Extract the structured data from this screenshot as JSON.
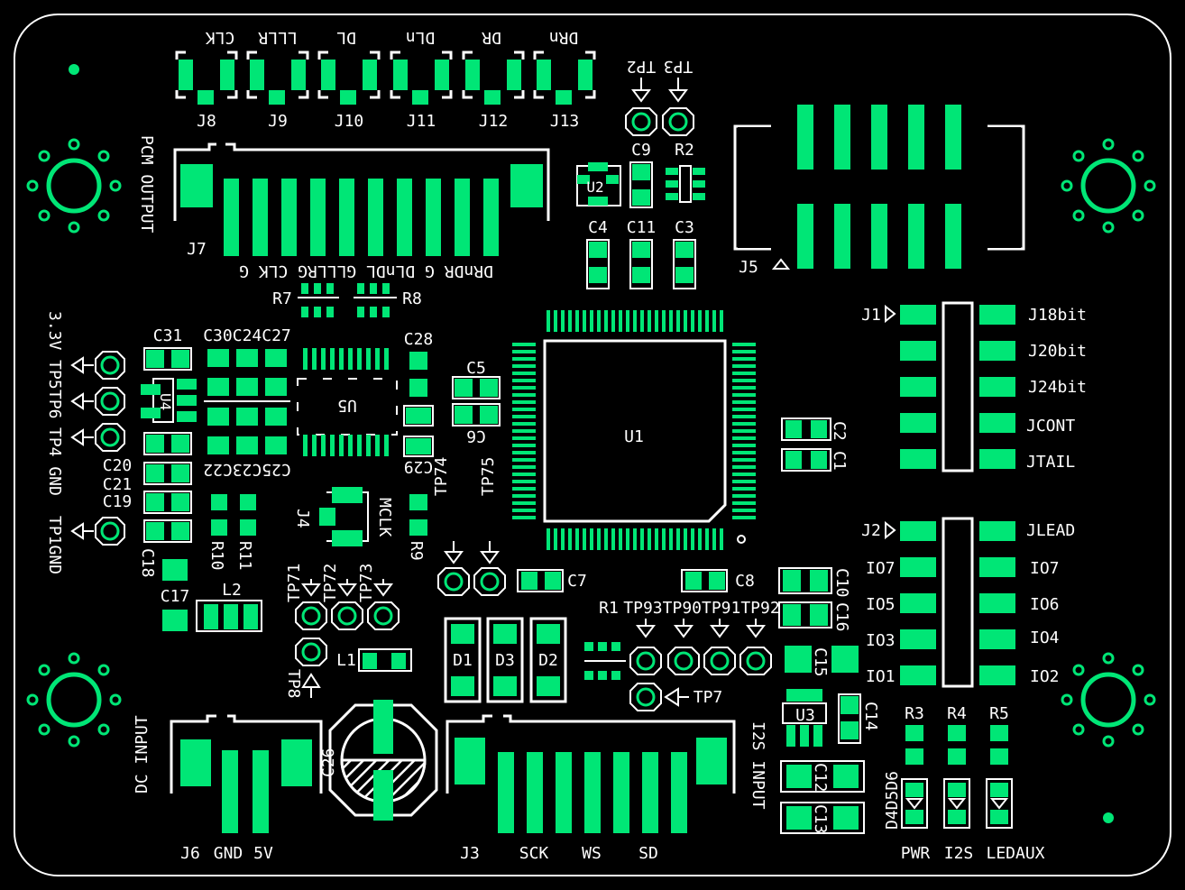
{
  "board": {
    "colors": {
      "background": "#000000",
      "copper": "#00e676",
      "silk": "#ffffff"
    },
    "labels": {
      "j8": "J8",
      "j9": "J9",
      "j10": "J10",
      "j11": "J11",
      "j12": "J12",
      "j13": "J13",
      "clk": "CLK",
      "llr": "LLLR",
      "dl": "DL",
      "dln": "DLn",
      "dr": "DR",
      "drn": "DRn",
      "tp2": "TP2",
      "tp3": "TP3",
      "c9": "C9",
      "r2": "R2",
      "u2": "U2",
      "c4": "C4",
      "c11": "C11",
      "c3": "C3",
      "j5": "J5",
      "pcm_output": "PCM OUTPUT",
      "j7": "J7",
      "j7_pins": "DRnDR G DLnDL GLLLRG CLK G",
      "r7": "R7",
      "r8": "R8",
      "tp5": "3.3V TP5",
      "tp6": "TP6",
      "tp4": "TP4 GND",
      "tp1": "TP1GND",
      "c31": "C31",
      "c30": "C30C24C27",
      "c28": "C28",
      "c5": "C5",
      "c6": "C6",
      "u4": "U4",
      "u5": "U5",
      "u1": "U1",
      "c20": "C20",
      "c21": "C21",
      "c19": "C19",
      "c18": "C18",
      "c17": "C17",
      "c25": "C25C23C22",
      "c29": "C29",
      "r10": "R10",
      "r11": "R11",
      "r9": "R9",
      "j4": "J4",
      "mclk": "MCLK",
      "l2": "L2",
      "l1": "L1",
      "tp71": "TP71",
      "tp72": "TP72",
      "tp73": "TP73",
      "tp8": "TP8",
      "tp74": "TP74",
      "tp75": "TP75",
      "c7": "C7",
      "c8": "C8",
      "r1": "R1",
      "tp93": "TP93TP90TP91TP92",
      "tp7": "TP7",
      "c2": "C2",
      "c1": "C1",
      "c10": "C10",
      "c16": "C16",
      "c15": "C15",
      "c14": "C14",
      "c12": "C12",
      "c13": "C13",
      "u3": "U3",
      "d1": "D1",
      "d3": "D3",
      "d2": "D2",
      "c26": "C26",
      "dc_input": "DC INPUT",
      "i2s_input": "I2S INPUT",
      "j6": "J6",
      "gnd": "GND",
      "v5": "5V",
      "j3": "J3",
      "sck": "SCK",
      "ws": "WS",
      "sd": "SD",
      "j1": "J1",
      "j18": "J18bit",
      "j20": "J20bit",
      "j24": "J24bit",
      "jcont": "JCONT",
      "jtail": "JTAIL",
      "j2": "J2",
      "jlead": "JLEAD",
      "io7l": "IO7",
      "io5": "IO5",
      "io3": "IO3",
      "io1": "IO1",
      "io7r": "IO7",
      "io6": "IO6",
      "io4": "IO4",
      "io2": "IO2",
      "r3": "R3",
      "r4": "R4",
      "r5": "R5",
      "d456": "D4D5D6",
      "pwr": "PWR",
      "i2s": "I2S",
      "ledaux": "LEDAUX"
    }
  }
}
